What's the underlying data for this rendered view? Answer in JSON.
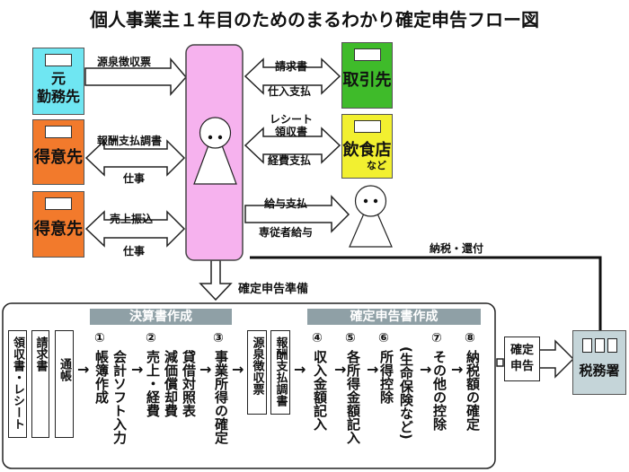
{
  "title": "個人事業主１年目のためのまるわかり確定申告フロー図",
  "colors": {
    "former_employer": "#6fe6f2",
    "client": "#f27a2c",
    "center": "#f6b2ee",
    "supplier": "#3fbb2a",
    "restaurant": "#f2f030",
    "banner": "#8fa0a6",
    "tax_office": "#c5d5d9"
  },
  "entities": {
    "former_employer": "元\n勤務先",
    "former_employer_l1": "元",
    "former_employer_l2": "勤務先",
    "client1": "得意先",
    "client2": "得意先",
    "supplier": "取引先",
    "restaurant": "飲食店",
    "restaurant_sub": "など",
    "tax_office": "税務署"
  },
  "flows": {
    "withholding": "源泉徴収票",
    "payment_report": "報酬支払調書",
    "work1": "仕事",
    "sales_transfer": "売上振込",
    "work2": "仕事",
    "invoice": "請求書",
    "purchase_payment": "仕入支払",
    "receipt_l1": "レシート",
    "receipt_l2": "領収書",
    "expense_payment": "経費支払",
    "salary_payment": "給与支払",
    "employee_salary": "専従者給与",
    "tax_refund": "納税・還付",
    "prep": "確定申告準備",
    "filing": "確定申告"
  },
  "process": {
    "settlement_banner": "決算書作成",
    "return_banner": "確定申告書作成",
    "docs": [
      "領収書・レシート",
      "請求書",
      "通帳"
    ],
    "docs2": [
      "源泉徴収票",
      "報酬支払調書"
    ],
    "steps": [
      {
        "num": "①",
        "lines": [
          "帳簿作成",
          "会計ソフト入力"
        ]
      },
      {
        "num": "②",
        "lines": [
          "売上・経費",
          "減価償却費",
          "貸借対照表"
        ]
      },
      {
        "num": "③",
        "lines": [
          "事業所得の確定"
        ]
      },
      {
        "num": "④",
        "lines": [
          "収入金額記入"
        ]
      },
      {
        "num": "⑤",
        "lines": [
          "各所得金額記入"
        ]
      },
      {
        "num": "⑥",
        "lines": [
          "所得控除",
          "(生命保険など)"
        ]
      },
      {
        "num": "⑦",
        "lines": [
          "その他の控除"
        ]
      },
      {
        "num": "⑧",
        "lines": [
          "納税額の確定"
        ]
      }
    ],
    "arrow": "→"
  }
}
